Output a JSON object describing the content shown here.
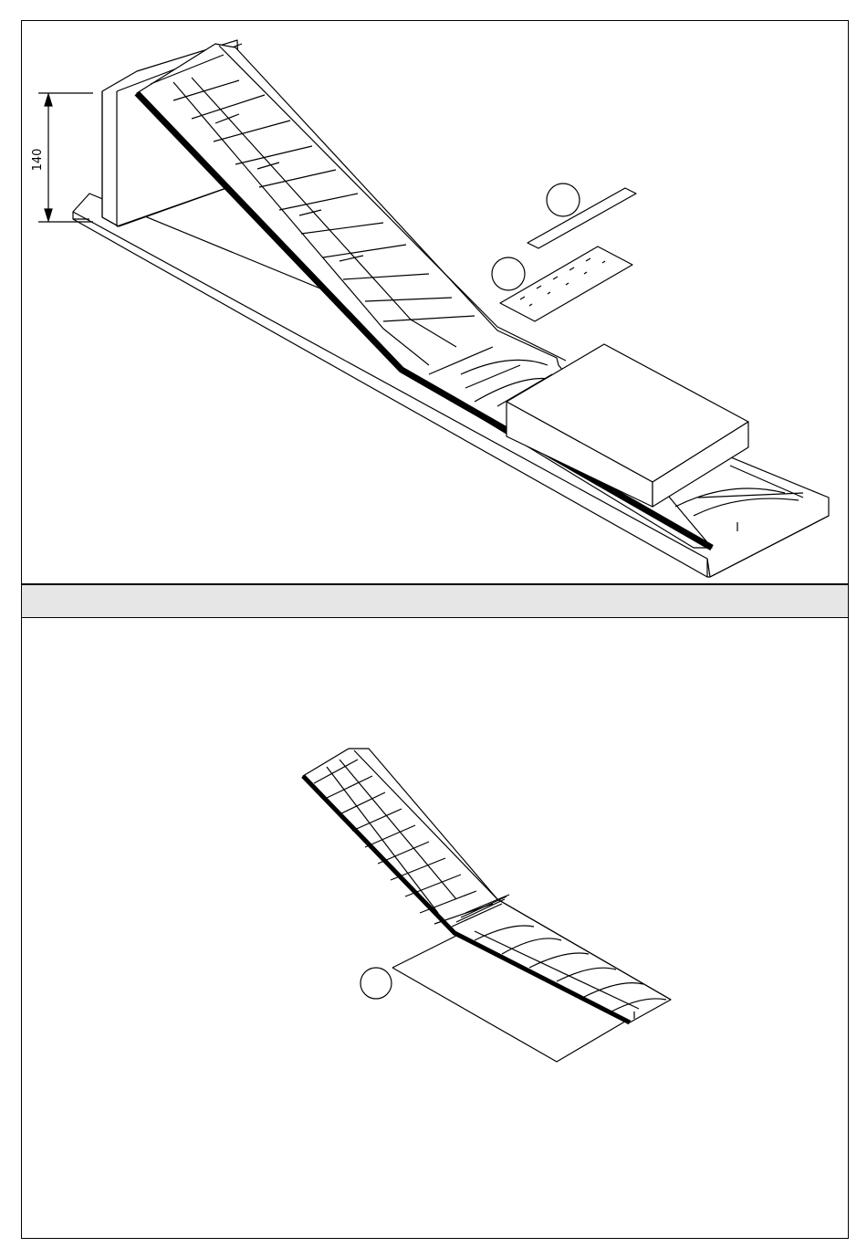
{
  "steps": [
    {
      "id": "top",
      "dimension": {
        "value": "140"
      },
      "callouts": [
        "",
        ""
      ]
    },
    {
      "id": "bottom",
      "callouts": [
        ""
      ]
    }
  ],
  "caption_bar": {
    "text": ""
  },
  "colors": {
    "line": "#000000",
    "bar": "#e6e6e6",
    "paper": "#ffffff"
  }
}
